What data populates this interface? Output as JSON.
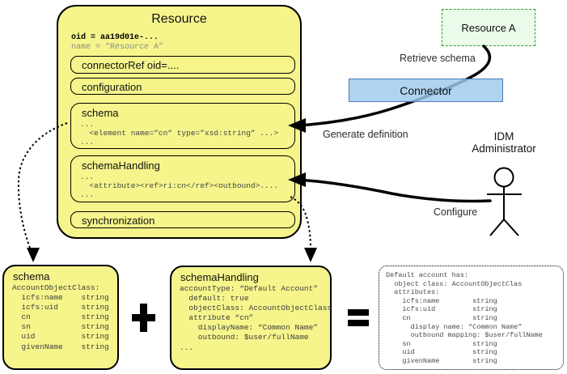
{
  "resource": {
    "title": "Resource",
    "oid_line": "oid = aa19d01e-...",
    "name_line": "name = “Resource A”",
    "connector_ref_label": "connectorRef oid=....",
    "configuration_label": "configuration",
    "synchronization_label": "synchronization",
    "schema_section": {
      "title": "schema",
      "code_lines": [
        "...",
        "  <element name=”cn” type=”xsd:string” ...>",
        "..."
      ]
    },
    "schema_handling_section": {
      "title": "schemaHandling",
      "code_lines": [
        "...",
        "  <attribute><ref>ri:cn</ref><outbound>....",
        "..."
      ]
    }
  },
  "external": {
    "resource_a_label": "Resource A",
    "connector_label": "Connector"
  },
  "actors": {
    "idm_administrator": [
      "IDM",
      "Administrator"
    ]
  },
  "flow_labels": {
    "retrieve_schema": "Retrieve schema",
    "generate_definition": "Generate definition",
    "configure": "Configure"
  },
  "bottom": {
    "schema_box": {
      "title": "schema",
      "lines": [
        "AccountObjectClass:",
        "  icfs:name    string",
        "  icfs:uid     string",
        "  cn           string",
        "  sn           string",
        "  uid          string",
        "  givenName    string"
      ]
    },
    "schema_handling_box": {
      "title": "schemaHandling",
      "lines": [
        "accountType: “Default Account”",
        "  default: true",
        "  objectClass: AccountObjectClass",
        "  attribute “cn”",
        "    displayName: “Common Name”",
        "    outbound: $user/fullName",
        "..."
      ]
    },
    "operators": {
      "plus": "+",
      "equals": "="
    },
    "result_box": {
      "lines": [
        "Default account has:",
        "  object class: AccountObjectClas",
        "  attributes:",
        "    icfs:name        string",
        "    icfs:uid         string",
        "    cn               string",
        "      display name: “Common Name”",
        "      outbound mapping: $user/fullName",
        "    sn               string",
        "    uid              string",
        "    givenName        string"
      ]
    }
  },
  "colors": {
    "box_yellow": "#f5f58c",
    "resource_a_fill": "#eafbea",
    "resource_a_border": "#2e9e2e",
    "connector_fill": "#9ccbef",
    "connector_border": "#4e79b6",
    "line_black": "#000000"
  }
}
